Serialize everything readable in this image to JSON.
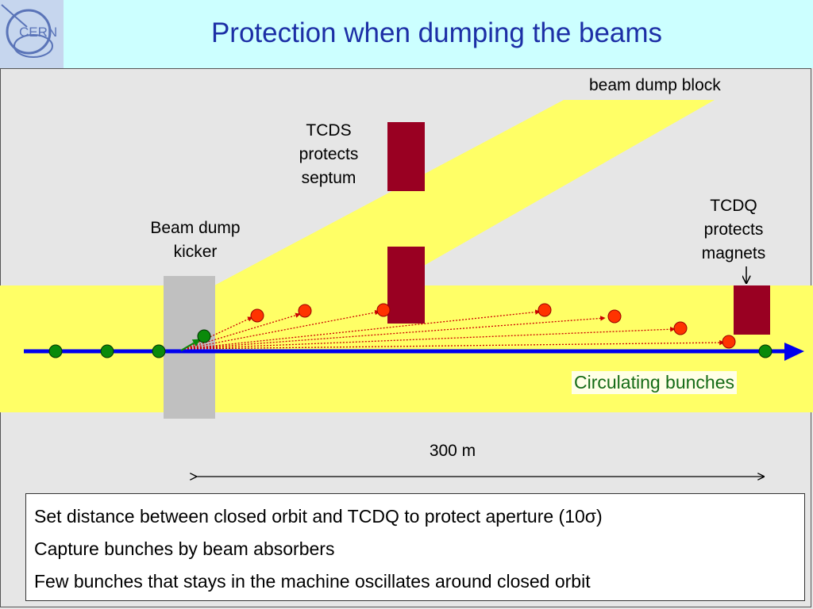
{
  "header": {
    "title": "Protection when dumping the beams",
    "logo_text": "CERN"
  },
  "labels": {
    "dump_block": "beam dump block",
    "tcds": [
      "TCDS",
      "protects",
      "septum"
    ],
    "kicker": [
      "Beam dump",
      "kicker"
    ],
    "tcdq": [
      "TCDQ",
      "protects",
      "magnets"
    ],
    "legend": "Circulating bunches",
    "distance": "300 m"
  },
  "notes": [
    "Set distance between closed orbit and TCDQ to protect aperture (10σ)",
    "Capture bunches by beam absorbers",
    "Few bunches that stays in the machine oscillates around closed orbit"
  ],
  "colors": {
    "beam_tube": "#ffff66",
    "beam_line": "#0000ee",
    "absorber": "#990022",
    "kicker": "#c0c0c0",
    "circulating_bunch": "#0a8a0a",
    "kicked_bunch": "#ff3300",
    "title": "#1c2fa6",
    "legend_text": "#156b16"
  },
  "icons": {
    "logo": "cern-logo-icon"
  }
}
